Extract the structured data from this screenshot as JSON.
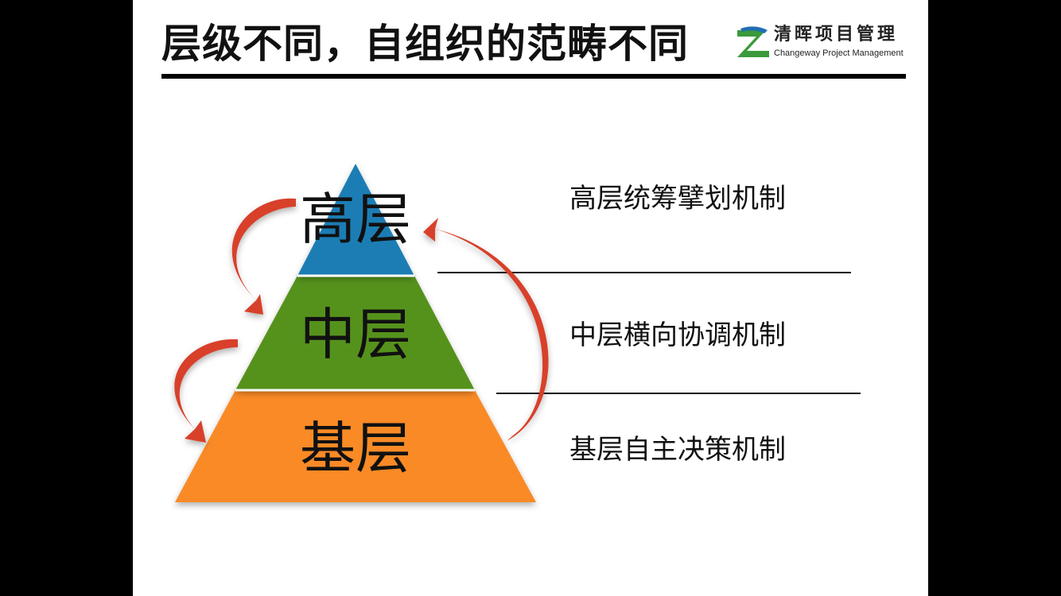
{
  "slide": {
    "title": "层级不同，自组织的范畴不同"
  },
  "logo": {
    "name_cn": "清晖项目管理",
    "name_en": "Changeway Project Management",
    "colors": {
      "green": "#3a9a3c",
      "blue": "#1f6fb2"
    }
  },
  "pyramid": {
    "tiers": [
      {
        "label": "高层",
        "color": "#1f7db4",
        "mechanism": "高层统筹擘划机制"
      },
      {
        "label": "中层",
        "color": "#55921b",
        "mechanism": "中层横向协调机制"
      },
      {
        "label": "基层",
        "color": "#f98a26",
        "mechanism": "基层自主决策机制"
      }
    ],
    "arrow_color": "#d8402a",
    "divider_color": "#111111"
  }
}
